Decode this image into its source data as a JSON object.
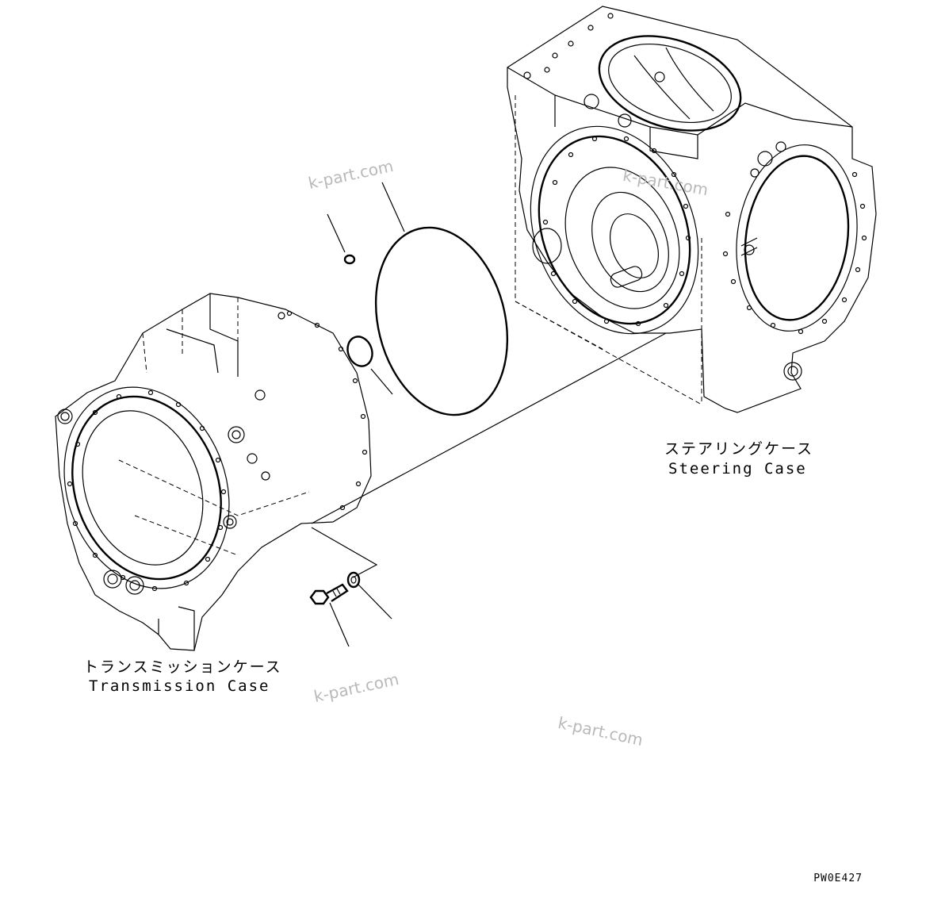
{
  "labels": {
    "steering_case_jp": "ステアリングケース",
    "steering_case_en": "Steering Case",
    "transmission_case_jp": "トランスミッションケース",
    "transmission_case_en": "Transmission Case"
  },
  "watermarks": [
    "k-part.com",
    "k-part.com",
    "k-part.com",
    "k-part.com"
  ],
  "figure_code": "PW0E427"
}
